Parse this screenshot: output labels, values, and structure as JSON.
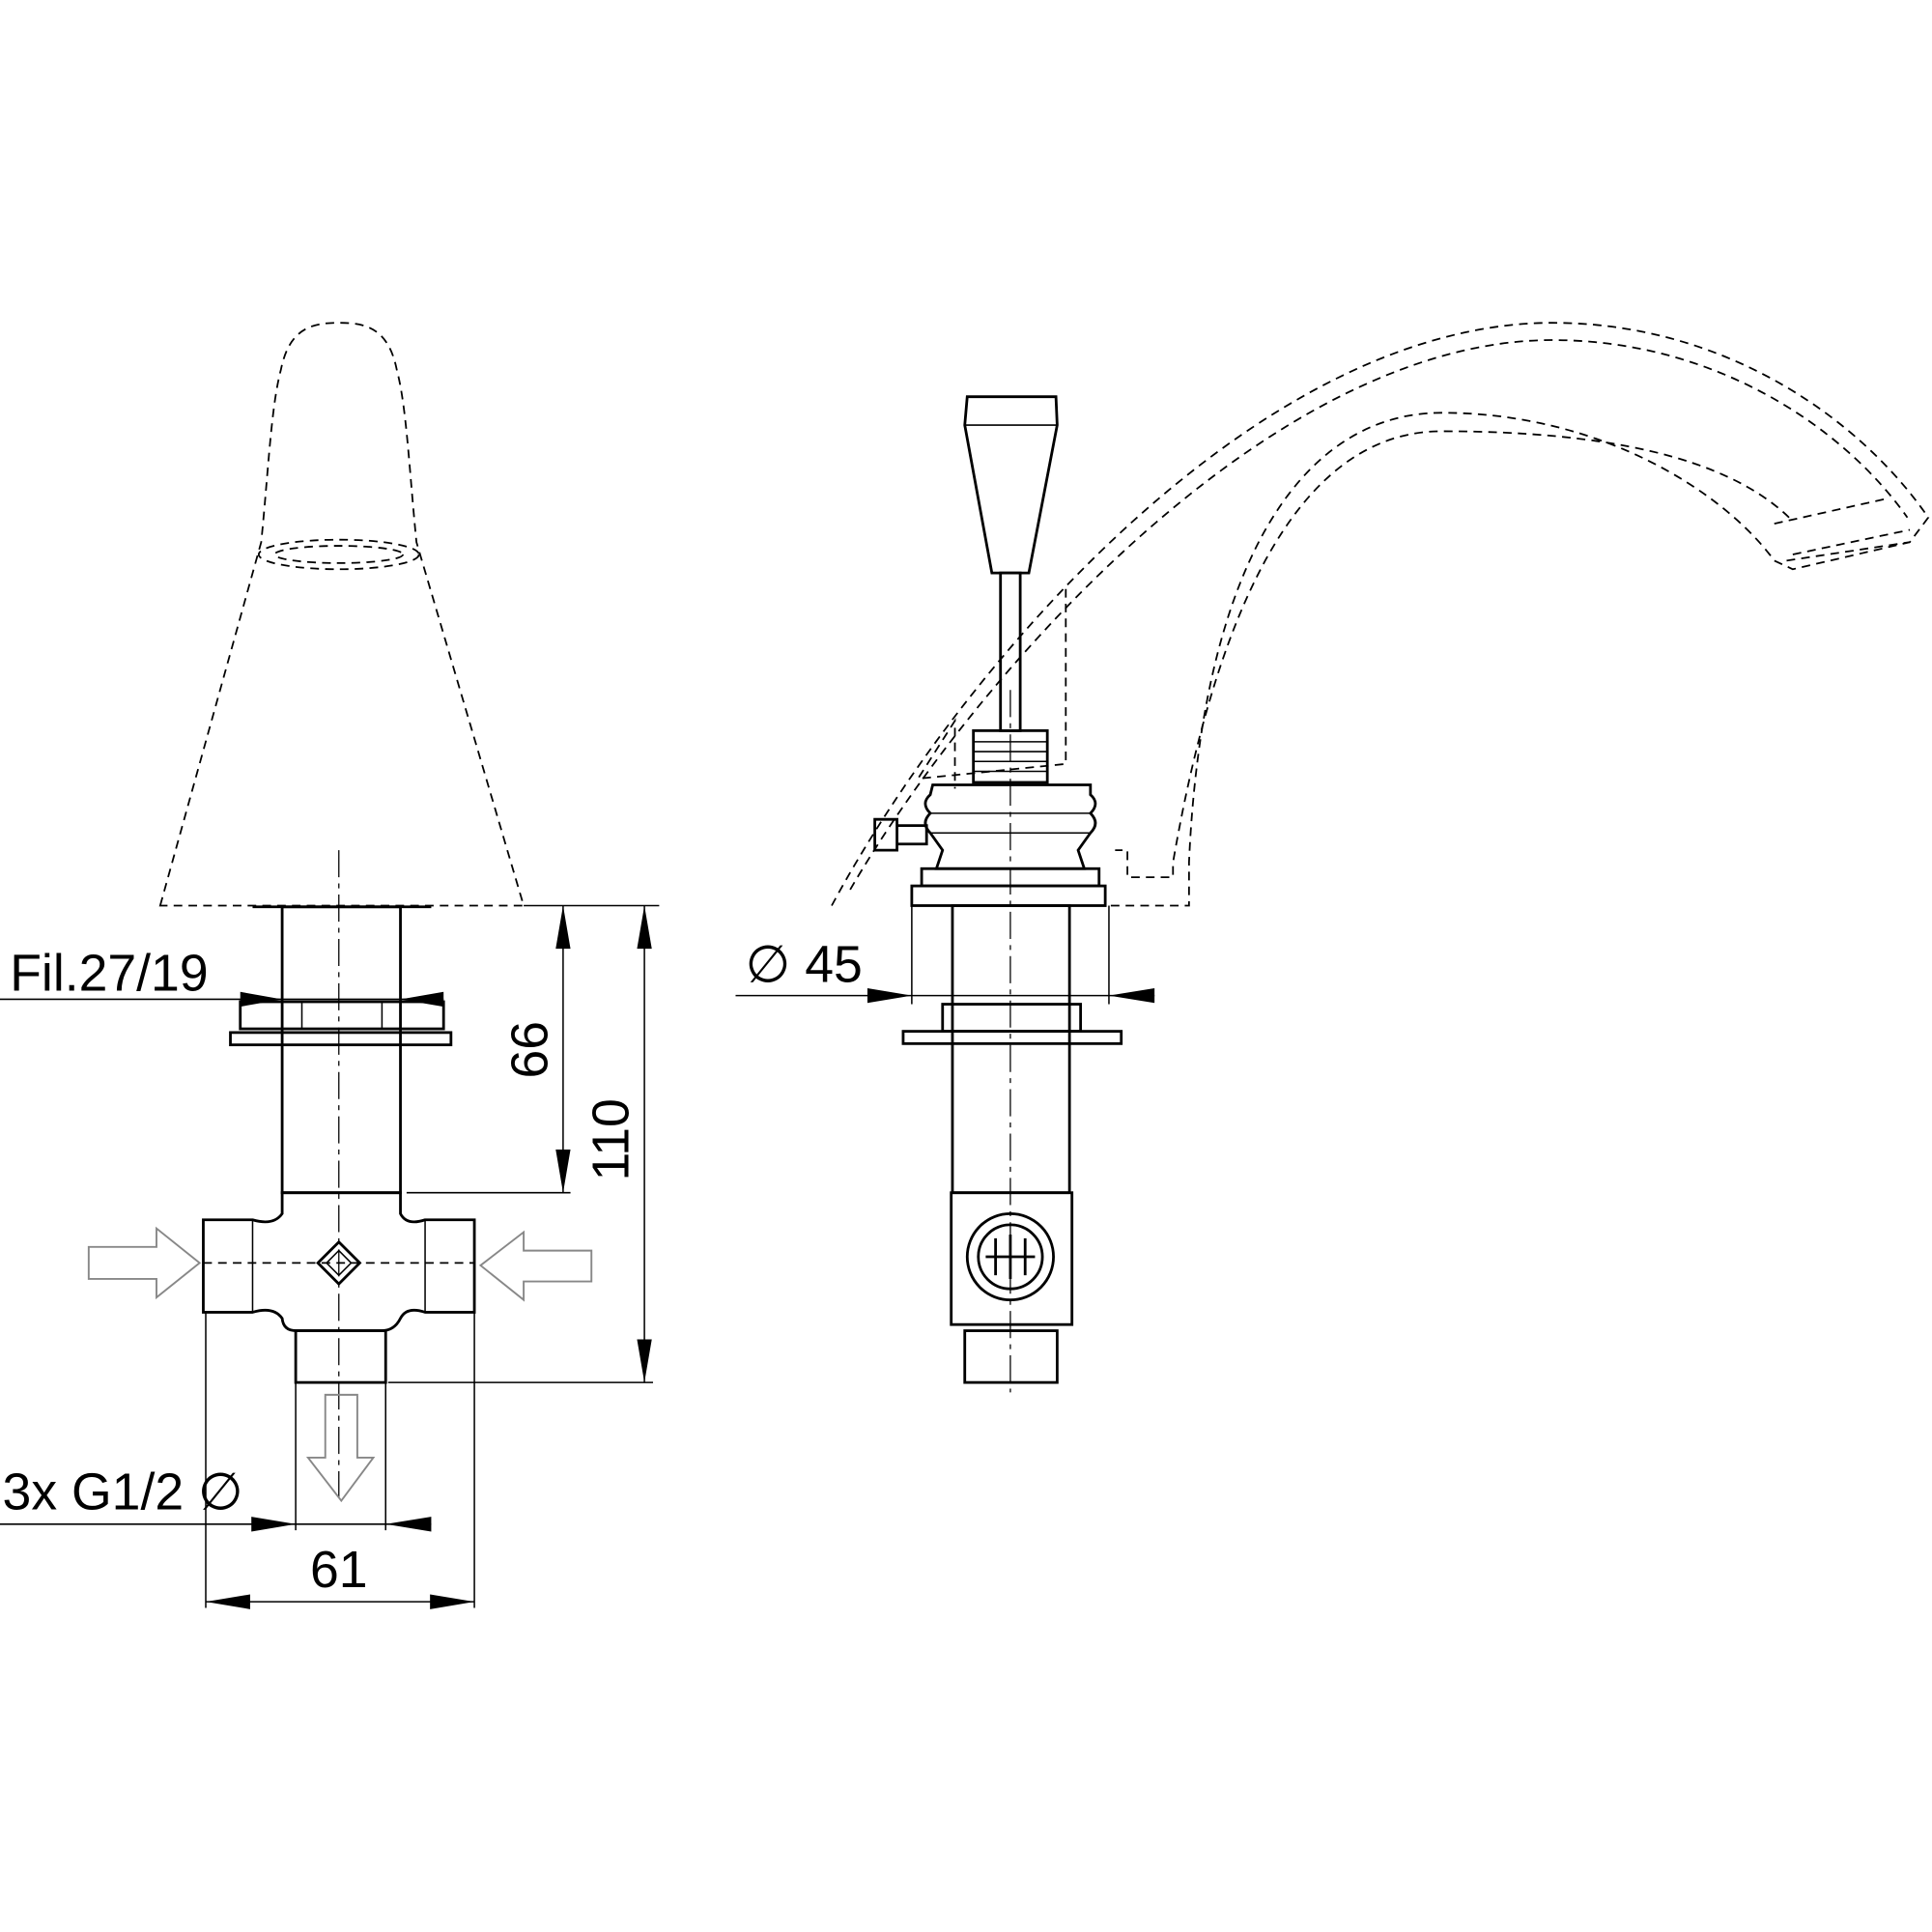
{
  "dimensions": {
    "thread_label": "Fil.27/19",
    "height_upper": "66",
    "height_total": "110",
    "diameter_label": "∅ 45",
    "connections_label": "3x G1/2 ∅",
    "width": "61"
  },
  "colors": {
    "line": "#000000",
    "flow_arrow": "#888888",
    "background": "#ffffff"
  }
}
